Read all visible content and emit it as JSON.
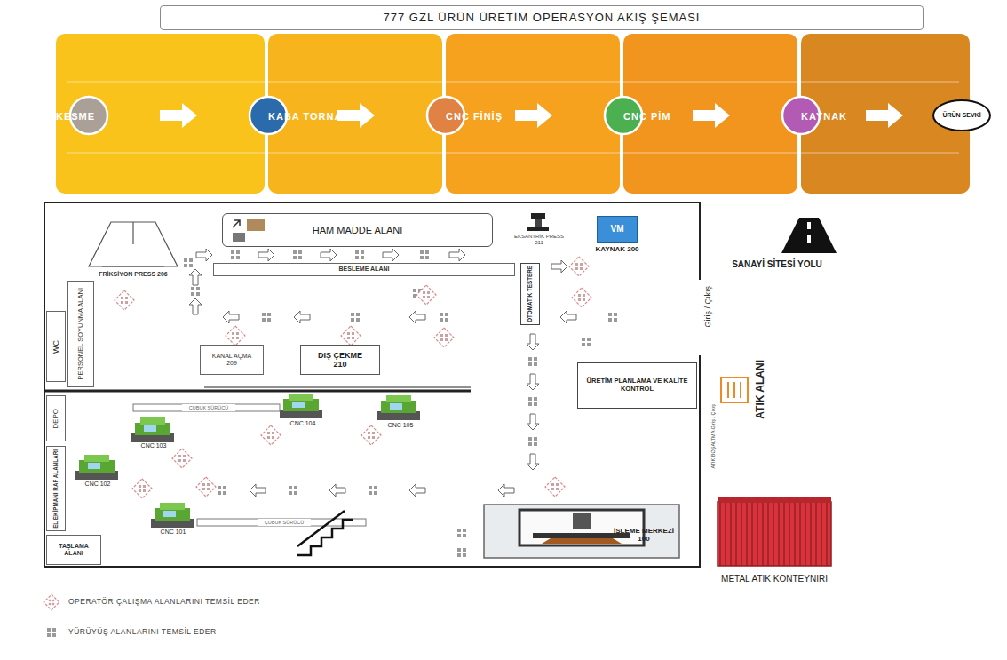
{
  "diagram": {
    "title": "777 GZL ÜRÜN ÜRETİM OPERASYON AKIŞ ŞEMASI",
    "nodes": [
      {
        "text": [
          "KESME"
        ]
      },
      {
        "text": [
          "KABA TORNA"
        ]
      },
      {
        "text": [
          "CNC FİNİŞ"
        ]
      },
      {
        "text": [
          "CNC PİM"
        ]
      },
      {
        "text": [
          "KAYNAK"
        ]
      },
      {
        "text": [
          "ÜRÜN SEVKİ"
        ]
      },
      {
        "text": [
          "HAM MADDE ALANI"
        ]
      },
      {
        "text": [
          "VM"
        ]
      },
      {
        "text": [
          "BESLEME ALANI"
        ]
      },
      {
        "text": [
          "OTOMATİK TESTERE"
        ]
      },
      {
        "text": [
          "PERSONEL SOYUNMA ALANI"
        ]
      },
      {
        "text": [
          "WC"
        ]
      },
      {
        "text": [
          "KANAL AÇMA 209"
        ]
      },
      {
        "text": [
          "DIŞ ÇEKME 210"
        ]
      },
      {
        "text": [
          "ÜRETİM PLANLAMA VE KALİTE KONTROL"
        ]
      },
      {
        "text": [
          "DEPO"
        ]
      },
      {
        "text": [
          "EL EKİPMANI RAF ALANLARI"
        ]
      },
      {
        "text": [
          "TAŞLAMA ALANI"
        ]
      },
      {
        "text": [
          "İŞLEME MERKEZİ 100"
        ]
      }
    ],
    "labels": [
      "FRİKSİYON PRESS 206",
      "EKSANTRİK PRESS 211",
      "KAYNAK 200",
      "CNC 104",
      "CNC 105",
      "CNC 103",
      "CNC 102",
      "CNC 101",
      "ÇUBUK SÜRÜCÜ",
      "ÇUBUK SÜRÜCÜ",
      "SANAYİ SİTESİ YOLU",
      "Giriş / Çıkış",
      "ATIK ALANI",
      "ATIK BOŞALTMA Giriş / Çıkış",
      "METAL ATIK KONTEYNIRI"
    ],
    "legend": [
      {
        "text": "OPERATÖR ÇALIŞMA ALANLARINI TEMSİL EDER"
      },
      {
        "text": "YÜRÜYÜŞ ALANLARINI TEMSİL EDER"
      }
    ]
  }
}
